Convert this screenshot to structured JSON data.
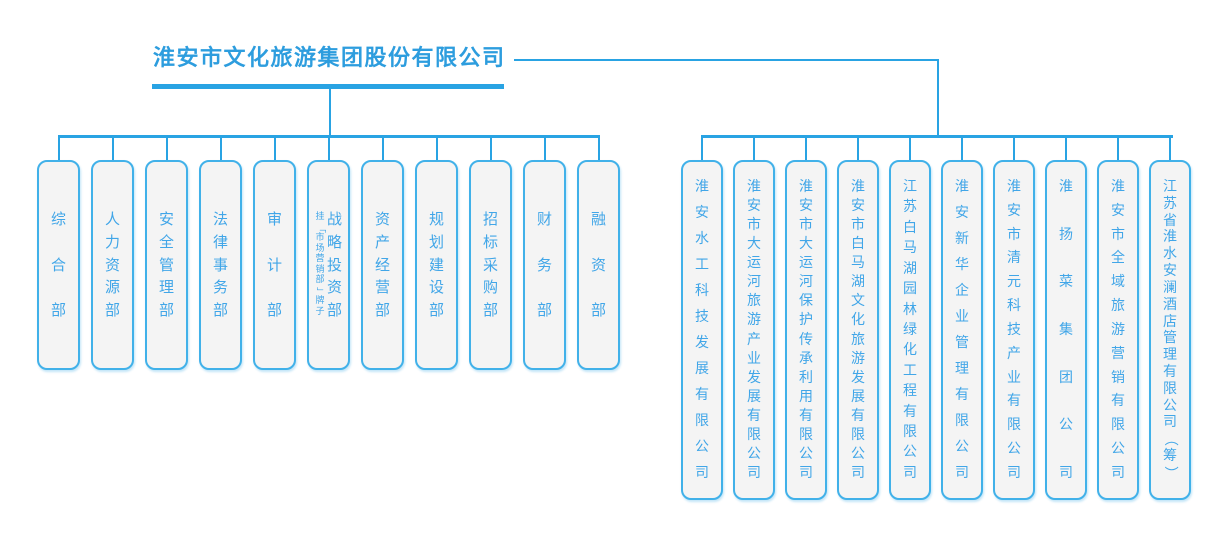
{
  "org_chart": {
    "title": "淮安市文化旅游集团股份有限公司",
    "departments": [
      {
        "name": "综合部"
      },
      {
        "name": "人力资源部"
      },
      {
        "name": "安全管理部"
      },
      {
        "name": "法律事务部"
      },
      {
        "name": "审计部"
      },
      {
        "name": "战略投资部",
        "annotation": "挂「市场营销部」牌子"
      },
      {
        "name": "资产经营部"
      },
      {
        "name": "规划建设部"
      },
      {
        "name": "招标采购部"
      },
      {
        "name": "财务部"
      },
      {
        "name": "融资部"
      }
    ],
    "subsidiaries": [
      {
        "name": "淮安水工科技发展有限公司"
      },
      {
        "name": "淮安市大运河旅游产业发展有限公司"
      },
      {
        "name": "淮安市大运河保护传承利用有限公司"
      },
      {
        "name": "淮安市白马湖文化旅游发展有限公司"
      },
      {
        "name": "江苏白马湖园林绿化工程有限公司"
      },
      {
        "name": "淮安新华企业管理有限公司"
      },
      {
        "name": "淮安市清元科技产业有限公司"
      },
      {
        "name": "淮扬菜集团公司"
      },
      {
        "name": "淮安市全域旅游营销有限公司"
      },
      {
        "name": "江苏省淮水安澜酒店管理有限公司（筹）"
      }
    ],
    "colors": {
      "line": "#29a3e3",
      "title": "#2d9dde",
      "box_border": "#41b1e9",
      "box_fill": "#f4f4f4",
      "text": "#41a6e8"
    }
  }
}
